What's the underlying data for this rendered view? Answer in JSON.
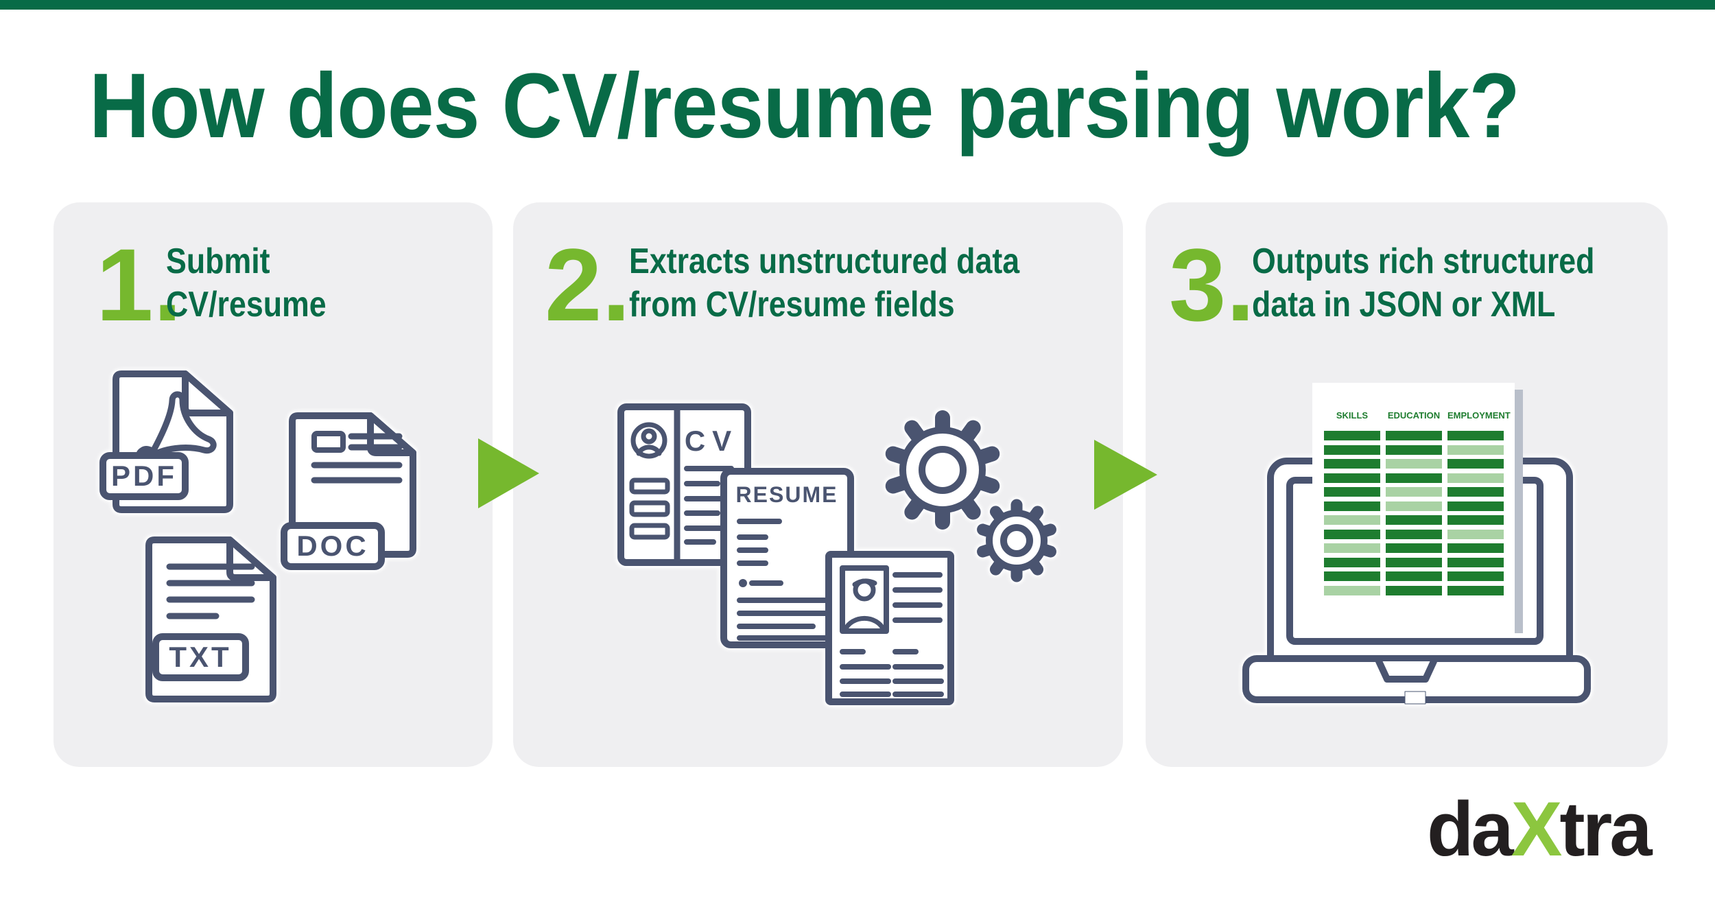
{
  "title": {
    "text": "How does CV/resume parsing work?"
  },
  "steps": [
    {
      "number": "1.",
      "line1": "Submit",
      "line2": "CV/resume"
    },
    {
      "number": "2.",
      "line1": "Extracts unstructured data",
      "line2": "from CV/resume fields"
    },
    {
      "number": "3.",
      "line1": "Outputs rich structured",
      "line2": "data in JSON or XML"
    }
  ],
  "step1_icons": {
    "pdf_label": "PDF",
    "doc_label": "DOC",
    "txt_label": "TXT"
  },
  "step2_icons": {
    "cv_label": "CV",
    "resume_label": "RESUME"
  },
  "output_table": {
    "headers": [
      "SKILLS",
      "EDUCATION",
      "EMPLOYMENT"
    ],
    "rows": [
      [
        "d",
        "d",
        "d"
      ],
      [
        "d",
        "d",
        "l"
      ],
      [
        "d",
        "l",
        "d"
      ],
      [
        "d",
        "d",
        "l"
      ],
      [
        "d",
        "l",
        "d"
      ],
      [
        "d",
        "l",
        "d"
      ],
      [
        "l",
        "d",
        "d"
      ],
      [
        "d",
        "d",
        "l"
      ],
      [
        "l",
        "d",
        "d"
      ],
      [
        "d",
        "d",
        "d"
      ],
      [
        "d",
        "d",
        "d"
      ],
      [
        "l",
        "d",
        "d"
      ]
    ],
    "colors": {
      "dark": "#1e7d2f",
      "light": "#a9d2a4"
    }
  },
  "logo": {
    "part1": "da",
    "accent": "X",
    "part2": "tra"
  },
  "colors": {
    "dark_green": "#086b47",
    "light_green": "#76b82e",
    "logo_accent": "#8cc63f",
    "panel_bg": "#efeff1",
    "icon_stroke": "#4a5470"
  }
}
